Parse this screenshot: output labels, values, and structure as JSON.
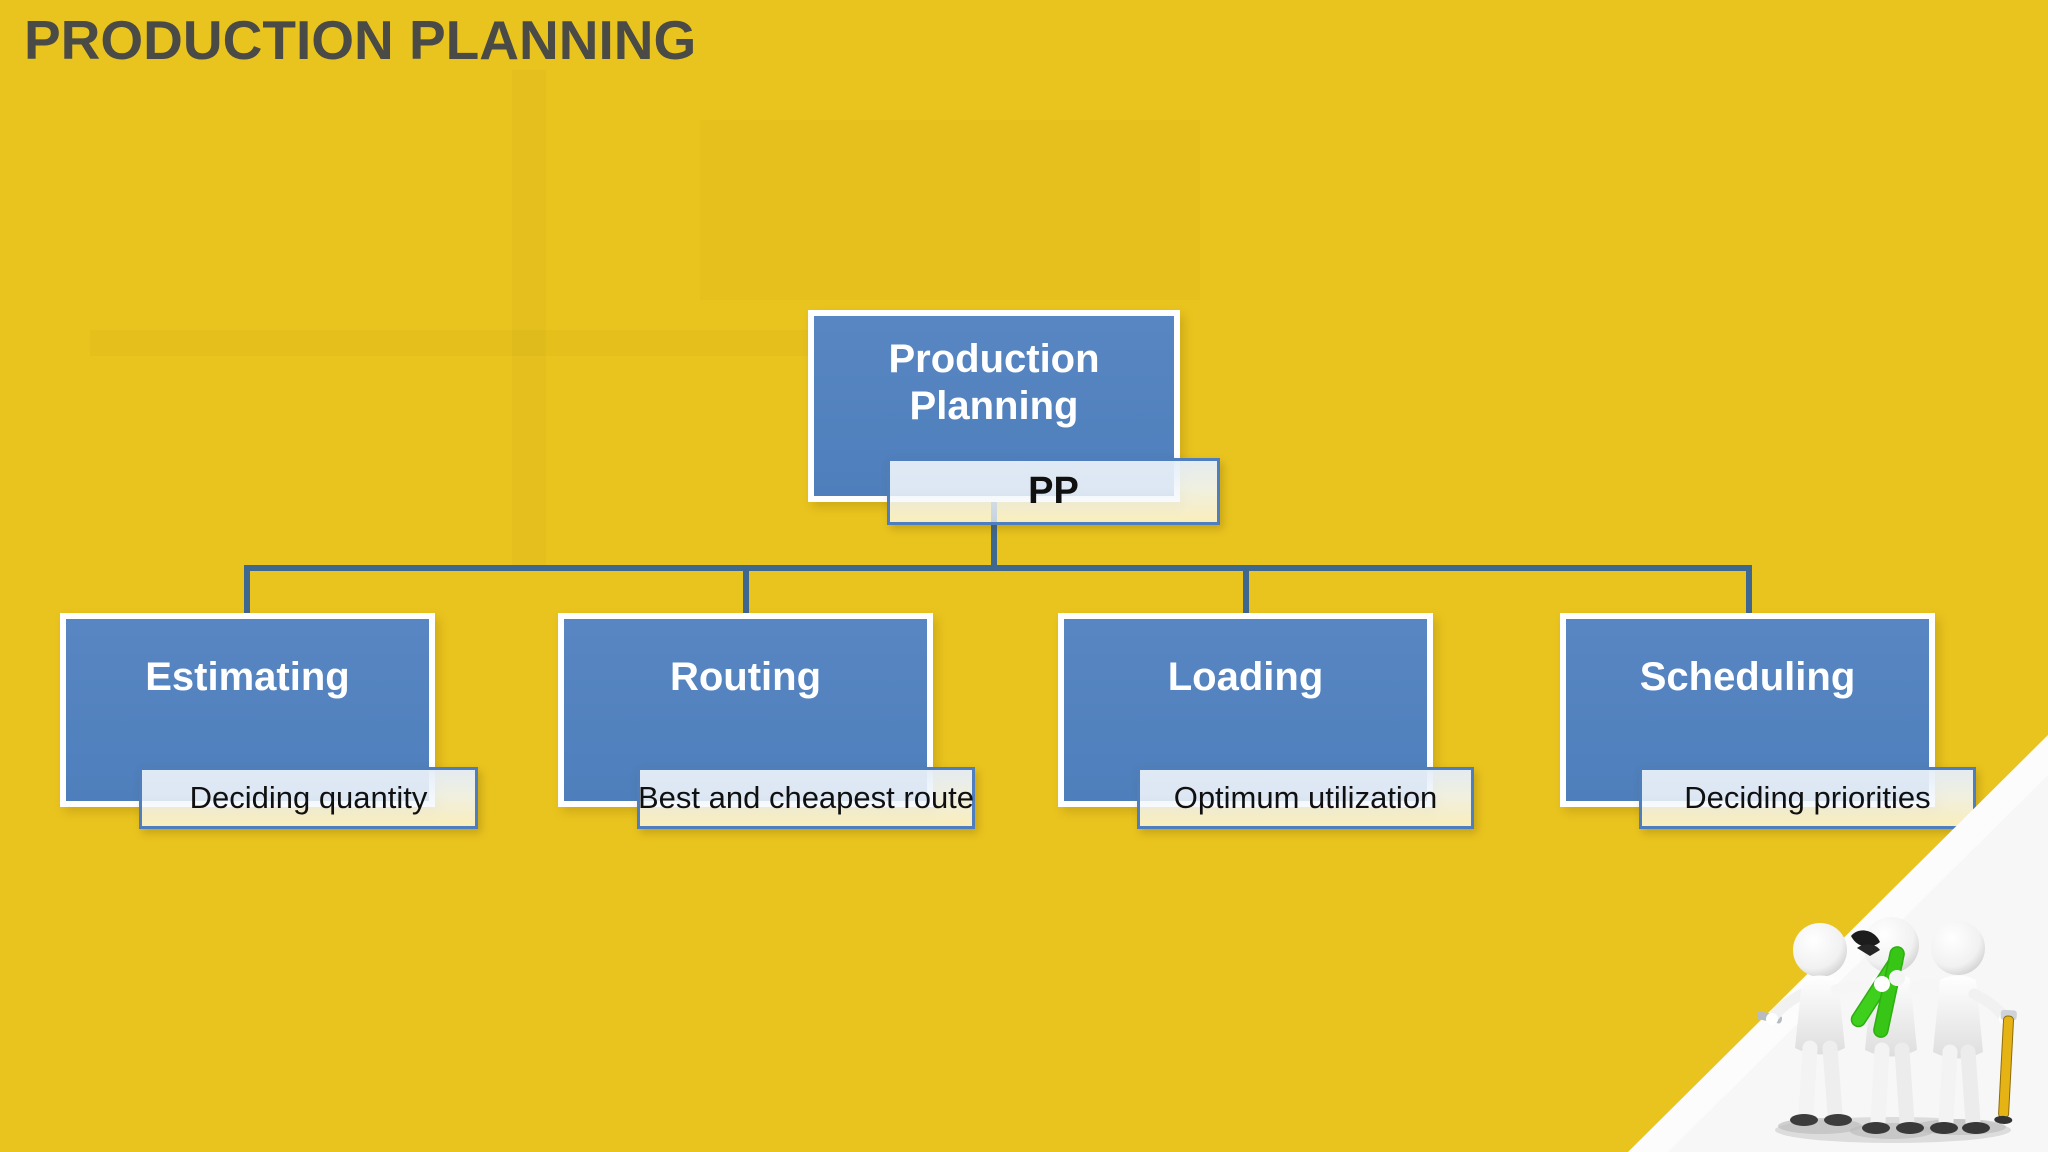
{
  "slide": {
    "title": "PRODUCTION PLANNING"
  },
  "diagram": {
    "type": "org-chart",
    "root": {
      "title": "Production Planning",
      "label": "PP"
    },
    "children": [
      {
        "title": "Estimating",
        "label": "Deciding quantity"
      },
      {
        "title": "Routing",
        "label": "Best and cheapest route"
      },
      {
        "title": "Loading",
        "label": "Optimum utilization"
      },
      {
        "title": "Scheduling",
        "label": "Deciding priorities"
      }
    ]
  },
  "colors": {
    "background_yellow": "#EAC41E",
    "box_blue": "#5081BE",
    "box_border_white": "#FFFFFF",
    "label_border_blue": "#4E7EBD",
    "label_fill_top": "#E6EDF7",
    "label_fill_bottom_over_yellow": "#F8F0D8",
    "connector_blue": "#3E6890",
    "title_gray": "#4A4A46",
    "wedge_white": "#FCFCFC",
    "pliers_green": "#3FD01E",
    "stick_yellow": "#E6B315"
  },
  "illustration": {
    "name": "three-white-figures-with-tools",
    "tools": [
      "wrench",
      "green-pliers",
      "yellow-stick"
    ]
  }
}
